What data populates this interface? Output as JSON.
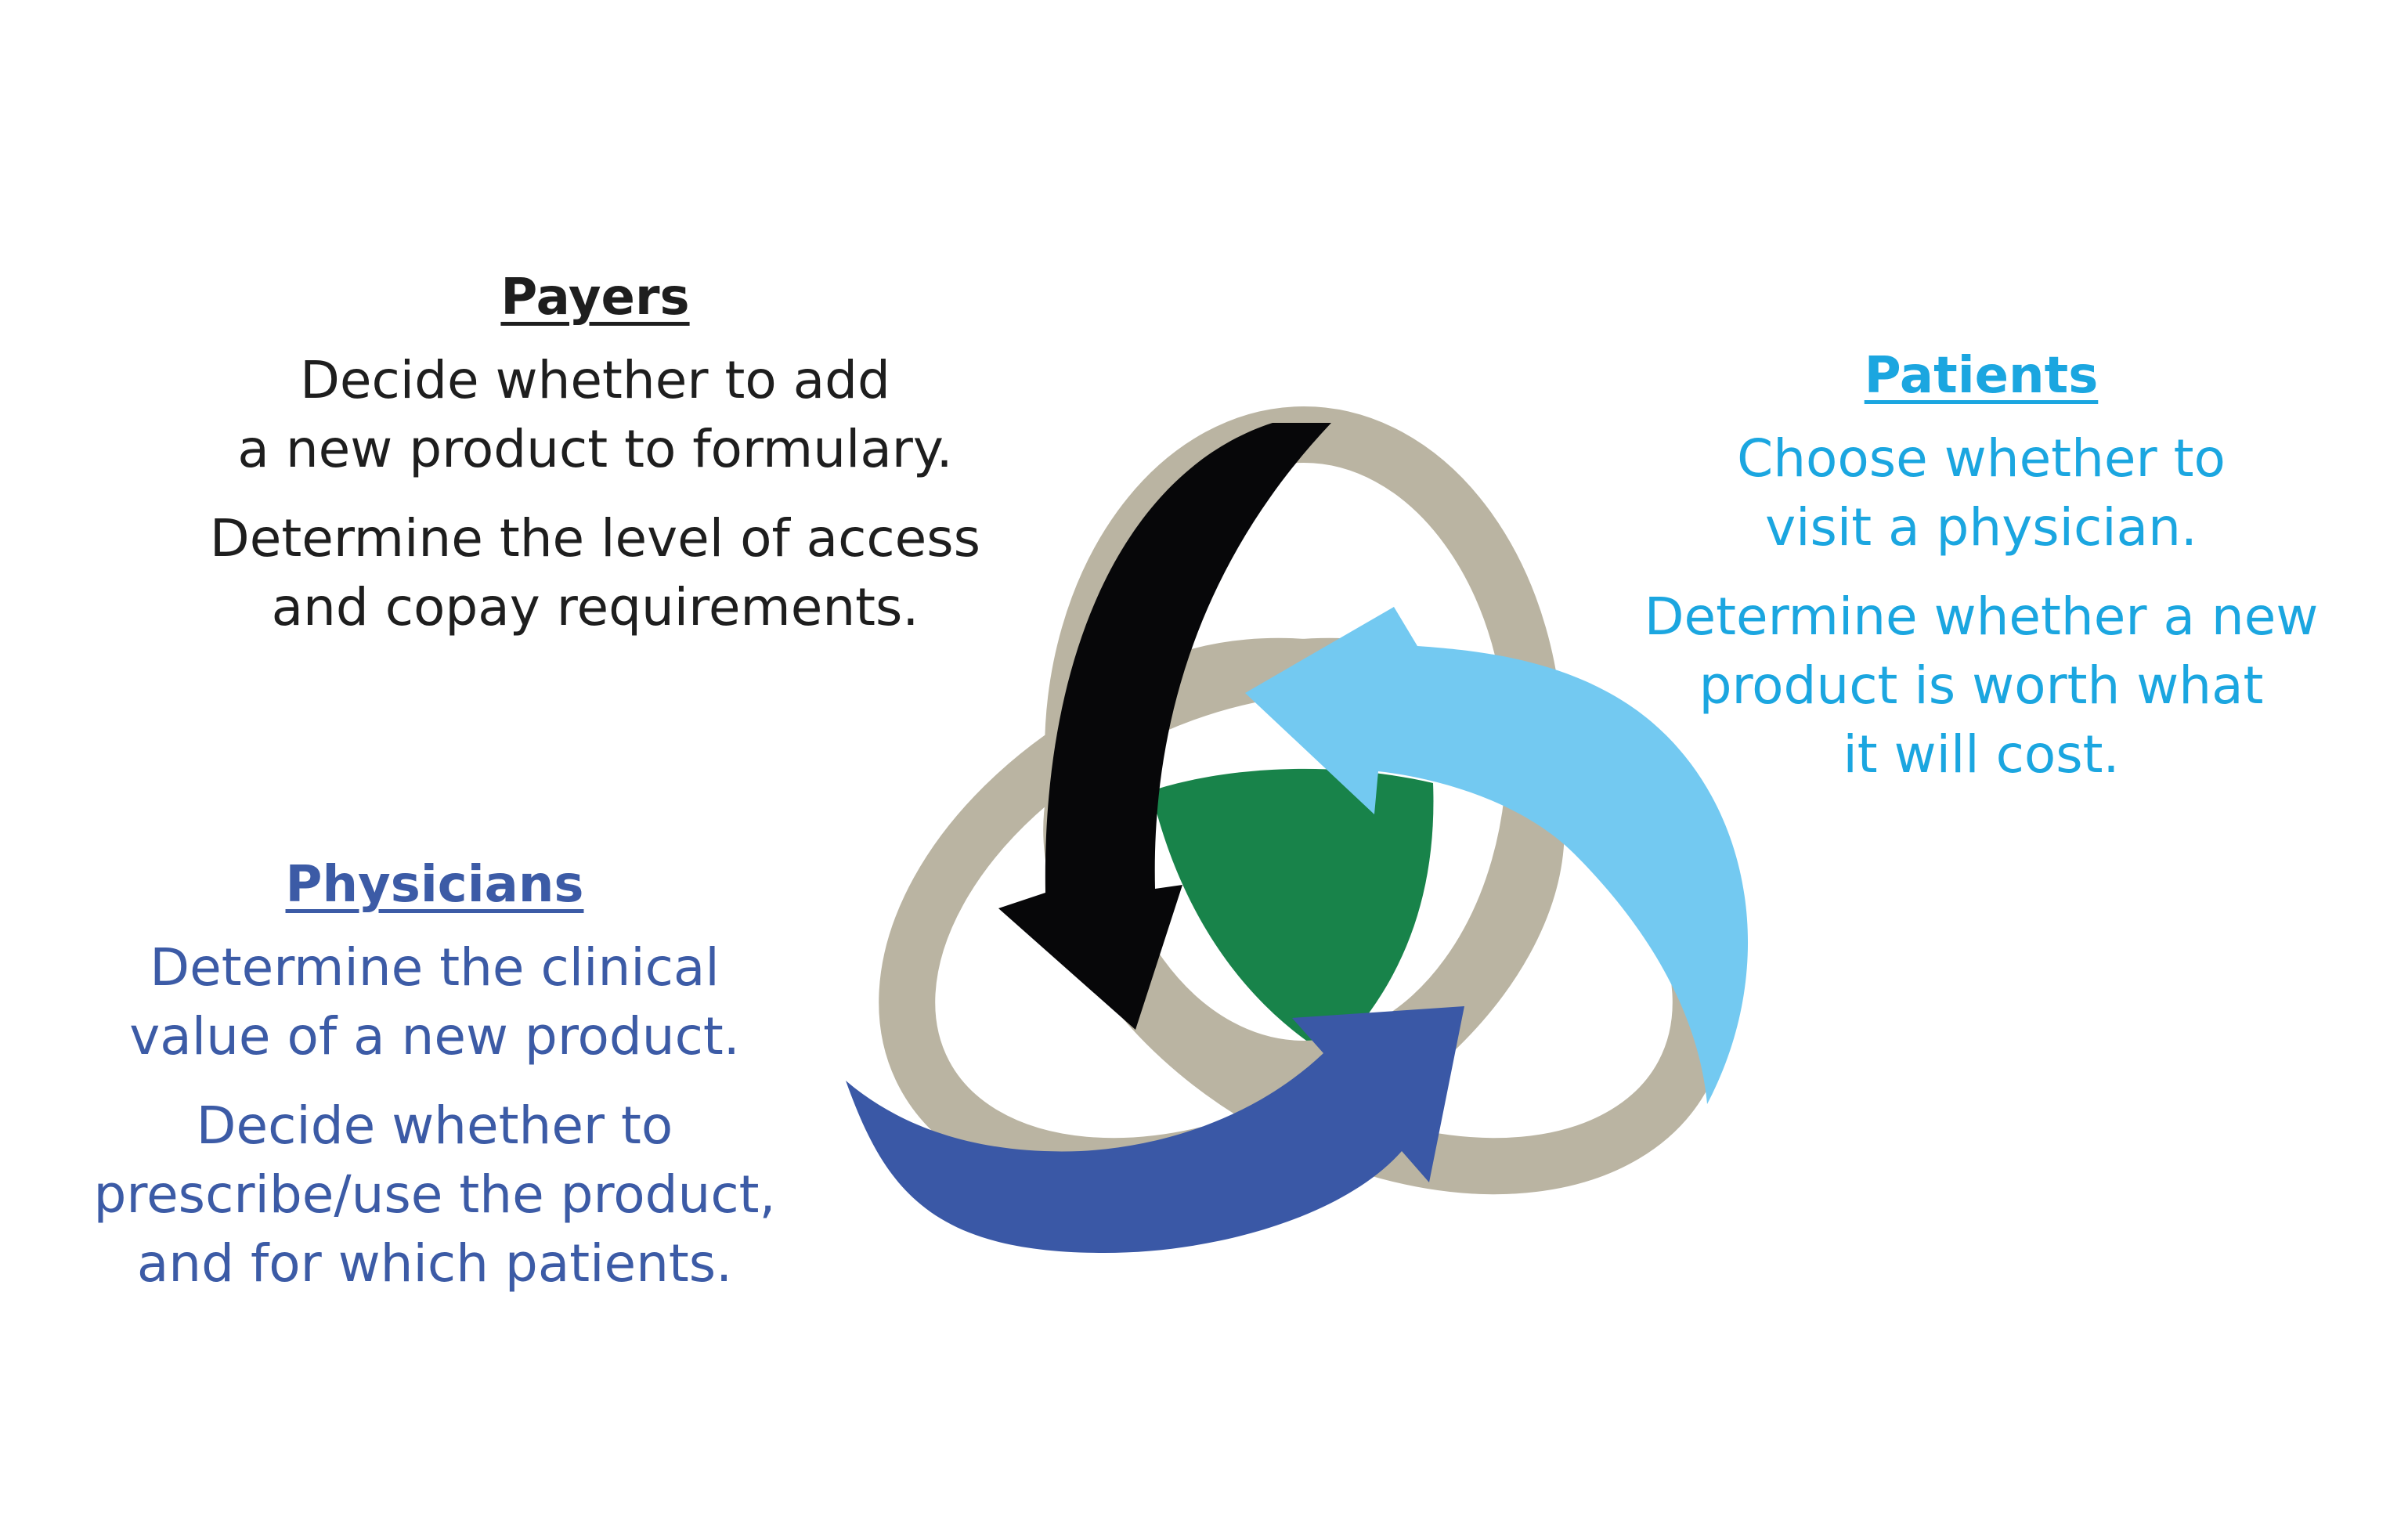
{
  "payers": {
    "heading": "Payers",
    "lines": [
      "Decide whether to add",
      "a new product to formulary.",
      "Determine the level of access",
      "and copay requirements."
    ]
  },
  "patients": {
    "heading": "Patients",
    "lines": [
      "Choose whether to",
      "visit a physician.",
      "Determine whether a new",
      "product is worth what",
      "it will cost."
    ]
  },
  "physicians": {
    "heading": "Physicians",
    "lines": [
      "Determine the clinical",
      "value of a new product.",
      "Decide whether to",
      "prescribe/use the product,",
      "and for which patients."
    ]
  },
  "colors": {
    "payers": "#1e1e1e",
    "patients": "#1ba6e0",
    "physicians": "#3c5ba6",
    "ring": "#bab4a2",
    "center": "#18834a",
    "arrow_black": "#070709",
    "arrow_light_blue": "#73c9f1",
    "arrow_dark_blue": "#3a58a6"
  }
}
